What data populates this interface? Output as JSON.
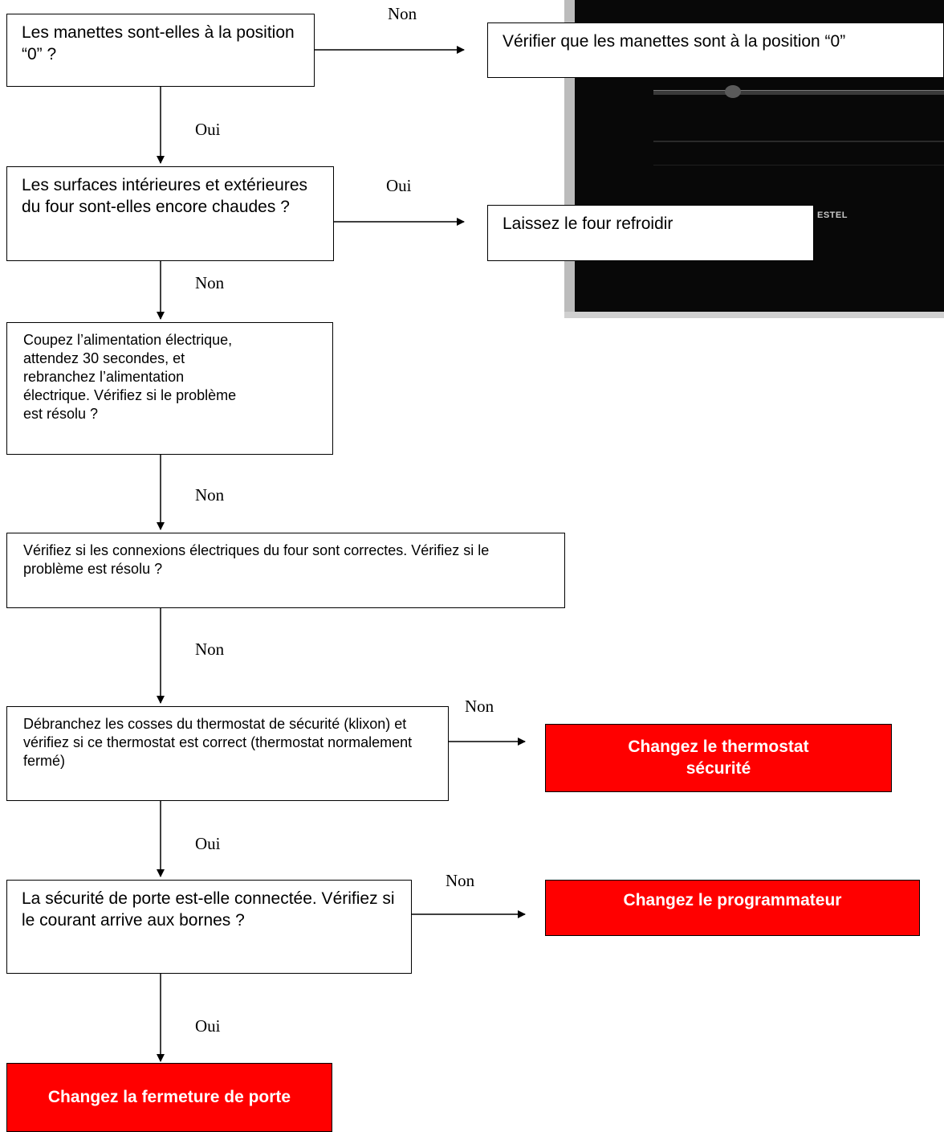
{
  "labels": {
    "non_1": "Non",
    "oui_1": "Oui",
    "oui_2": "Oui",
    "non_2": "Non",
    "non_3": "Non",
    "non_4": "Non",
    "non_5": "Non",
    "oui_3": "Oui",
    "non_6": "Non",
    "oui_4": "Oui"
  },
  "steps": {
    "knobs_question": "Les manettes sont-elles à la position “0” ?",
    "knobs_action": "Vérifier que les manettes sont à la position “0”",
    "surfaces_question": "Les surfaces intérieures et extérieures du four sont-elles encore chaudes ?",
    "surfaces_action": "Laissez le four refroidir",
    "power_question": "Coupez l’alimentation électrique, attendez 30 secondes, et rebranchez l’alimentation électrique. Vérifiez si le problème est résolu ?",
    "connections_question": "Vérifiez si les connexions électriques du four sont correctes. Vérifiez si le problème est résolu ?",
    "thermostat_question": "Débranchez les cosses du thermostat de sécurité (klixon) et vérifiez si ce thermostat est correct (thermostat normalement fermé)",
    "thermostat_action": "Changez le thermostat sécurité",
    "door_question": "La sécurité de porte est-elle connectée. Vérifiez si le courant arrive aux bornes ?",
    "programmer_action": "Changez le programmateur",
    "door_lock_action": "Changez la fermeture de porte"
  },
  "photo": {
    "brand_text": "ESTEL"
  },
  "colors": {
    "action_red": "#ff0000",
    "border": "#000000"
  }
}
